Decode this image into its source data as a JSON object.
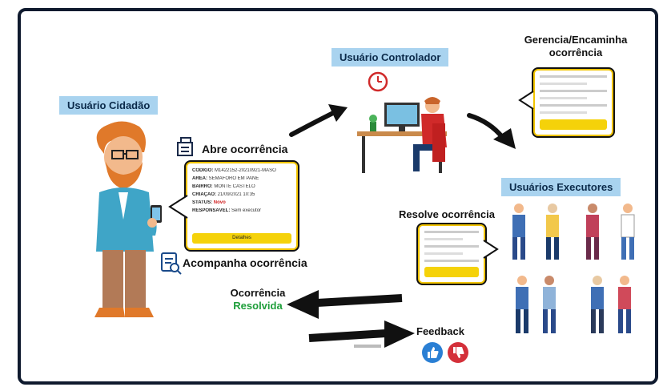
{
  "roles": {
    "cidadao": "Usuário Cidadão",
    "controlador": "Usuário Controlador",
    "executores": "Usuários Executores"
  },
  "steps": {
    "abre": "Abre ocorrência",
    "acompanha": "Acompanha ocorrência",
    "gerencia_line1": "Gerencia/Encaminha",
    "gerencia_line2": "ocorrência",
    "resolve": "Resolve ocorrência",
    "ocorrencia": "Ocorrência",
    "resolvida": "Resolvida",
    "feedback": "Feedback"
  },
  "ticket": {
    "codigo_label": "CÓDIGO:",
    "codigo_value": "M1422152-20210921-MASO",
    "area_label": "ÁREA:",
    "area_value": "SEMÁFORO EM PANE",
    "bairro_label": "BAIRRO:",
    "bairro_value": "MONTE CASTELO",
    "criacao_label": "CRIAÇÃO:",
    "criacao_value": "21/09/2021 10:35",
    "status_label": "STATUS:",
    "status_value": "Novo",
    "responsavel_label": "RESPONSÁVEL:",
    "responsavel_value": "Sem executor",
    "button": "Detalhes"
  },
  "colors": {
    "label_bg": "#a9d3ef",
    "accent_yellow": "#f5d20a",
    "resolved_green": "#1e9e3a",
    "like_blue": "#2a7fd4",
    "dislike_red": "#d4303a",
    "frame": "#0f1a2e"
  },
  "icons": [
    "clock-icon",
    "open-ticket-icon",
    "track-ticket-icon",
    "thumbs-up-icon",
    "thumbs-down-icon"
  ]
}
